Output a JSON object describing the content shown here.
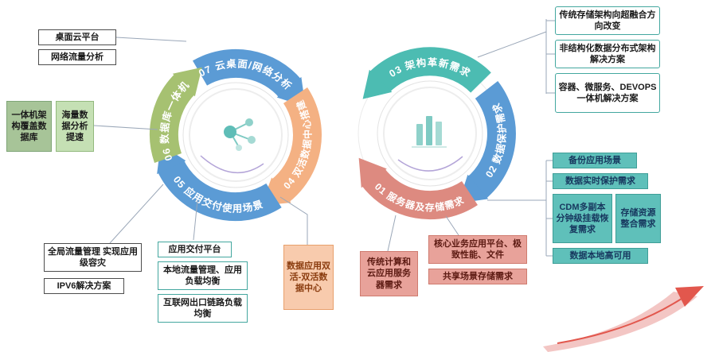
{
  "palette": {
    "arc-blue": "#5b9bd5",
    "arc-green": "#a6c171",
    "arc-orange": "#f4b183",
    "arc-teal": "#4cbcb2",
    "arc-red": "#dd8a80",
    "teal-border": "#43a79f",
    "green1-bg": "#a7c498",
    "green1-border": "#7fa577",
    "green2-bg": "#c5e0b4",
    "green2-border": "#93b97e",
    "orange-bg": "#f8cbad",
    "orange-border": "#e8a06c",
    "orange-text": "#8a3c0f",
    "salmon-bg": "#e8a29a",
    "salmon-border": "#cf7b6f",
    "salmon-text": "#5c1a12",
    "tealbox-bg": "#5fc0ba",
    "tealbox-border": "#3f9e97",
    "tealbox-text": "#17375e",
    "line": "#9aa7b8",
    "swoosh-pink": "#f3c6c4",
    "swoosh-red": "#e2574d"
  },
  "left_ring": {
    "center_icon": "molecule-icon",
    "segments": [
      {
        "num": "07",
        "label": "07 云桌面/网络分析",
        "color": "#5b9bd5"
      },
      {
        "num": "04",
        "label": "04 双活数据中心搭建",
        "color": "#f4b183"
      },
      {
        "num": "05",
        "label": "05 应用交付使用场景",
        "color": "#5b9bd5"
      },
      {
        "num": "06",
        "label": "06 数据库一体机",
        "color": "#a6c171"
      }
    ]
  },
  "right_ring": {
    "center_icon": "bar-chart-icon",
    "segments": [
      {
        "num": "03",
        "label": "03 架构革新需求",
        "color": "#4cbcb2"
      },
      {
        "num": "02",
        "label": "02 数据保护需求",
        "color": "#5b9bd5"
      },
      {
        "num": "01",
        "label": "01 服务器及存储需求",
        "color": "#dd8a80"
      }
    ]
  },
  "callouts": {
    "desktop_cloud": "桌面云平台",
    "network_traffic": "网络流量分析",
    "allinone_arch": "一体机架构覆盖数据库",
    "mass_data": "海量数据分析提速",
    "global_traffic": "全局流量管理 实现应用级容灾",
    "ipv6": "IPV6解决方案",
    "app_delivery": "应用交付平台",
    "local_traffic": "本地流量管理、应用负载均衡",
    "internet_link": "互联网出口链路负载均衡",
    "dual_active": "数据应用双活-双活数据中心",
    "traditional_compute": "传统计算和云应用服务器需求",
    "core_business": "核心业务应用平台、极致性能、文件",
    "shared_storage": "共享场景存储需求",
    "storage_hci": "传统存储架构向超融合方向改变",
    "unstructured": "非结构化数据分布式架构解决方案",
    "container": "容器、微服务、DEVOPS一体机解决方案",
    "backup": "备份应用场景",
    "realtime_protect": "数据实时保护需求",
    "cdm": "CDM多副本分钟级挂载恢复需求",
    "storage_consolidation": "存储资源整合需求",
    "local_ha": "数据本地高可用"
  }
}
